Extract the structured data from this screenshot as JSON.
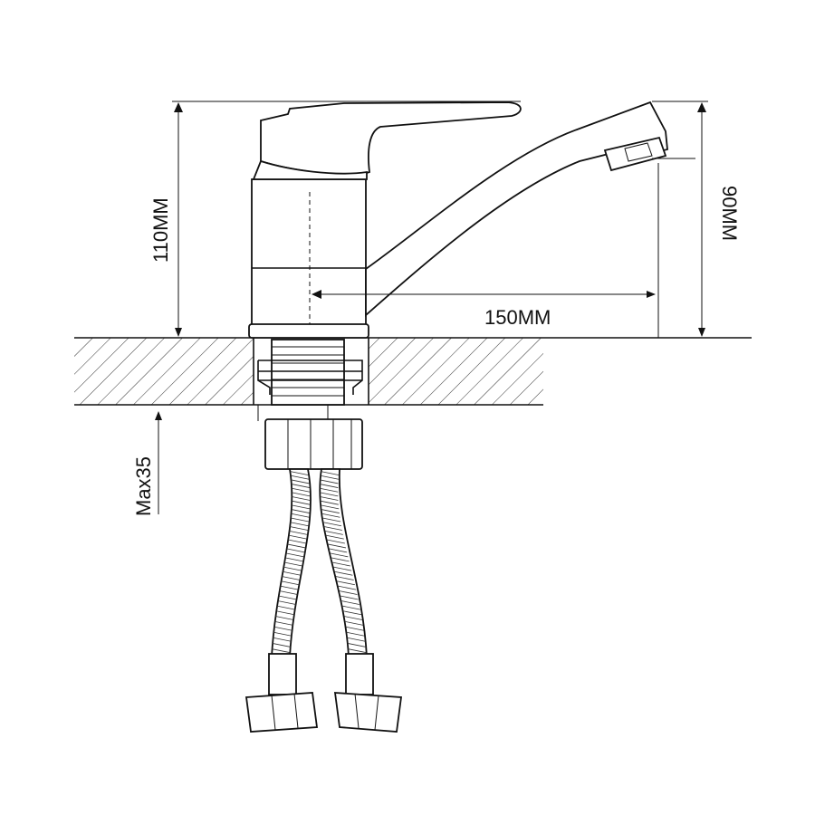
{
  "dimensions": {
    "total_height": "110MM",
    "spout_height": "90MM",
    "spout_reach": "150MM",
    "max_counter_thickness": "Max35"
  },
  "colors": {
    "line": "#111111",
    "background": "#ffffff"
  }
}
